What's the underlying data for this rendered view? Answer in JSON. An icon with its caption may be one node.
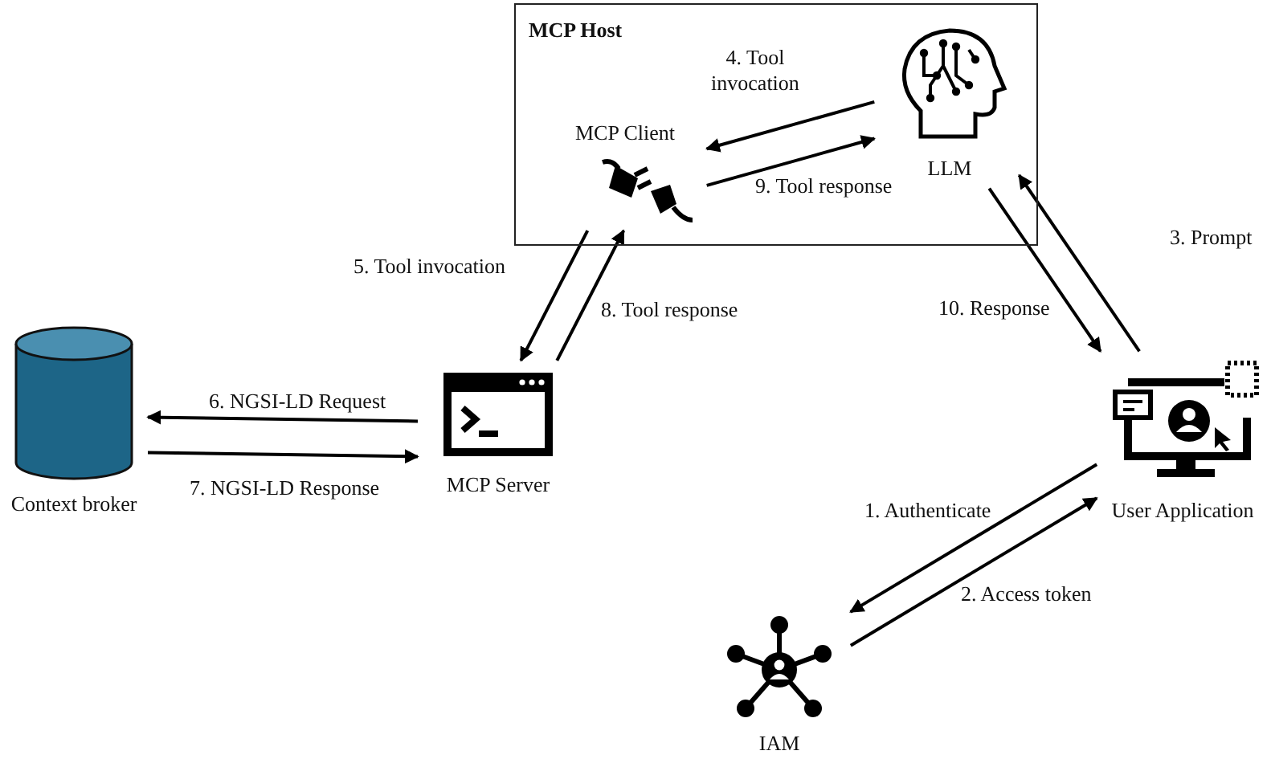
{
  "diagram": {
    "nodes": [
      {
        "text": [
          "MCP Host"
        ]
      },
      {
        "text": [
          "MCP Client"
        ],
        "in": 0
      },
      {
        "text": [
          "LLM"
        ],
        "in": 0
      },
      {
        "text": [
          "Context broker"
        ]
      },
      {
        "text": [
          "MCP Server"
        ]
      },
      {
        "text": [
          "User Application"
        ]
      },
      {
        "text": [
          "IAM"
        ]
      }
    ],
    "edges": [
      {
        "from": 5,
        "to": 6,
        "arrow": "to",
        "label": "1. Authenticate"
      },
      {
        "from": 6,
        "to": 5,
        "arrow": "to",
        "label": "2. Access token"
      },
      {
        "from": 5,
        "to": 2,
        "arrow": "to",
        "label": "3. Prompt"
      },
      {
        "from": 2,
        "to": 1,
        "arrow": "to",
        "label": "4. Tool invocation"
      },
      {
        "from": 1,
        "to": 4,
        "arrow": "to",
        "label": "5. Tool invocation"
      },
      {
        "from": 4,
        "to": 3,
        "arrow": "to",
        "label": "6. NGSI-LD Request"
      },
      {
        "from": 3,
        "to": 4,
        "arrow": "to",
        "label": "7. NGSI-LD Response"
      },
      {
        "from": 4,
        "to": 1,
        "arrow": "to",
        "label": "8. Tool response"
      },
      {
        "from": 1,
        "to": 2,
        "arrow": "to",
        "label": "9. Tool response"
      },
      {
        "from": 2,
        "to": 5,
        "arrow": "to",
        "label": "10. Response"
      }
    ]
  }
}
